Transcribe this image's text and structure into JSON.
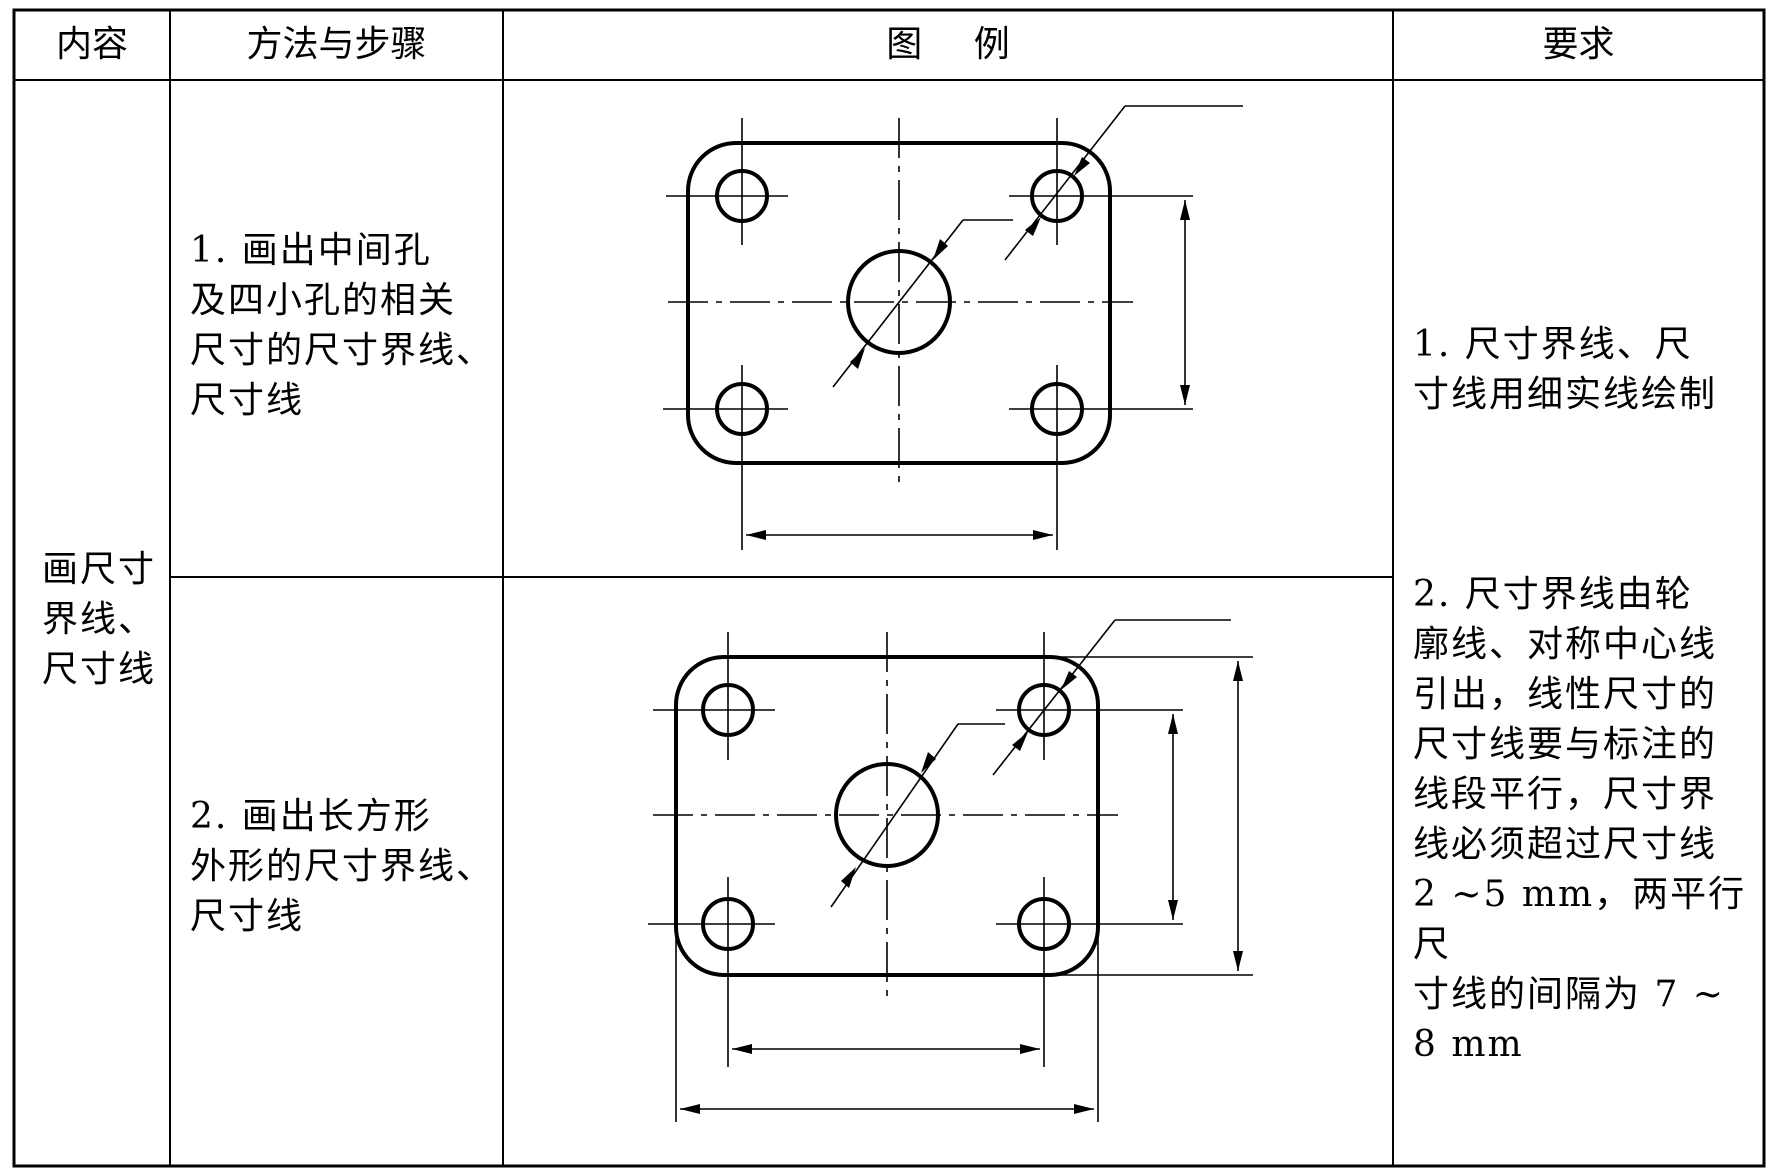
{
  "headers": {
    "content": "内容",
    "method": "方法与步骤",
    "figure": "图 例",
    "requirement": "要求"
  },
  "content_cell": "画尺寸\n界线、\n尺寸线",
  "steps": [
    "  1. 画出中间孔\n及四小孔的相关\n尺寸的尺寸界线、\n尺寸线",
    "  2. 画出长方形\n外形的尺寸界线、\n尺寸线"
  ],
  "requirements": [
    "  1. 尺寸界线、尺\n寸线用细实线绘制",
    "  2. 尺寸界线由轮\n廓线、对称中心线\n引出，线性尺寸的\n尺寸线要与标注的\n线段平行，尺寸界\n线必须超过尺寸线\n2 ~5 mm，两平行尺\n寸线的间隔为 7 ~\n8 mm"
  ]
}
